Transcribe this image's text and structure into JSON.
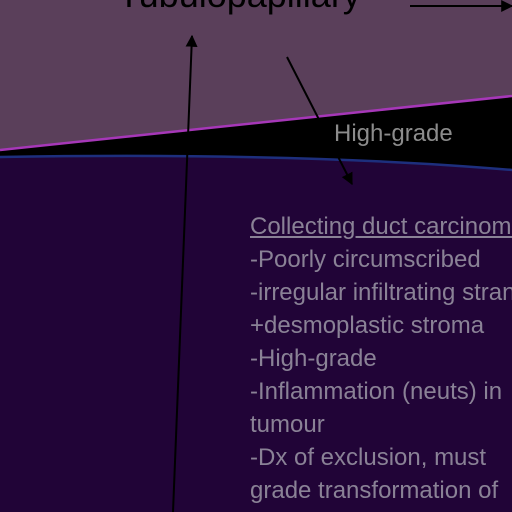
{
  "colors": {
    "upper_region": "#5a3f5a",
    "divider_band": "#000000",
    "lower_region": "#210437",
    "upper_edge_line": "#a637b8",
    "lower_edge_line": "#1d2f7d",
    "arrow": "#000000",
    "label_text": "#8c8c8c",
    "description_text": "#8a8296"
  },
  "labels": {
    "top_label": "Tubulopapillary",
    "band_label": "High-grade"
  },
  "description": {
    "title": "Collecting duct carcinoma",
    "lines": [
      "-Poorly circumscribed",
      "-irregular infiltrating strands",
      "+desmoplastic stroma",
      "-High-grade",
      "-Inflammation (neuts) in",
      "tumour",
      "-Dx of exclusion, must",
      "grade transformation of"
    ]
  },
  "icons": [
    "arrow-right-icon",
    "arrow-up-icon",
    "arrow-down-right-icon"
  ]
}
